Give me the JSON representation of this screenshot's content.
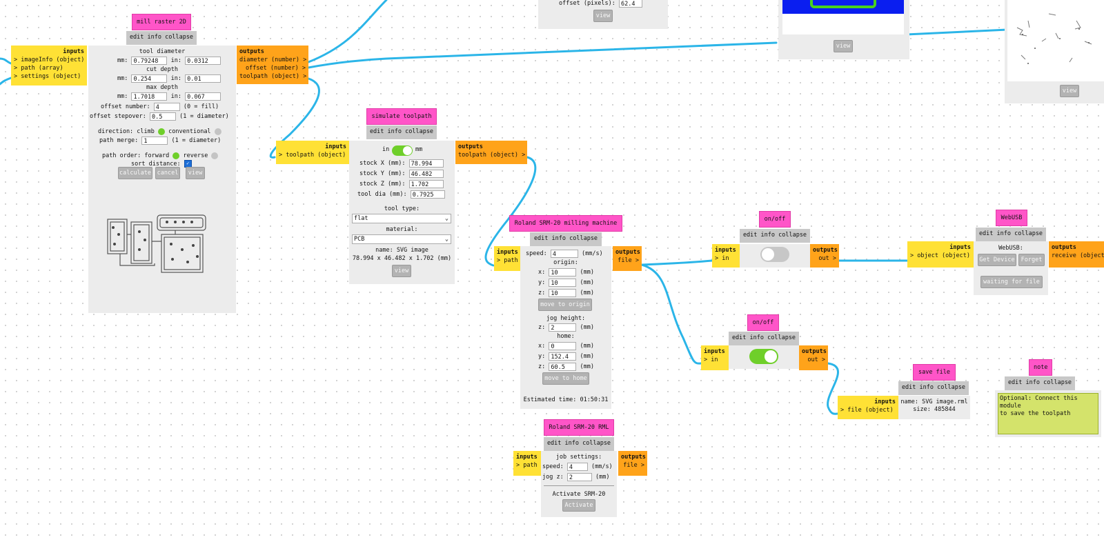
{
  "colors": {
    "title": "#ff55c8",
    "inputs": "#ffe135",
    "outputs": "#ffa31a",
    "body": "#ececec",
    "wire": "#2bb5e8",
    "toggle_on": "#6fcf2a"
  },
  "common": {
    "eic": "edit info collapse",
    "inputs": "inputs",
    "outputs": "outputs"
  },
  "mill": {
    "title": "mill raster 2D",
    "inputs": [
      "> imageInfo (object)",
      "> path (array)",
      "> settings (object)"
    ],
    "outputs": [
      "diameter (number) >",
      "offset (number) >",
      "toolpath (object) >"
    ],
    "tool_diameter_label": "tool diameter",
    "mm_label": "mm:",
    "in_label": "in:",
    "tool_mm": "0.79248",
    "tool_in": "0.0312",
    "cut_depth_label": "cut depth",
    "cut_mm": "0.254",
    "cut_in": "0.01",
    "max_depth_label": "max depth",
    "max_mm": "1.7018",
    "max_in": "0.067",
    "offset_number_label": "offset number:",
    "offset_number": "4",
    "offset_number_hint": "(0 = fill)",
    "offset_stepover_label": "offset stepover:",
    "offset_stepover": "0.5",
    "offset_stepover_hint": "(1 = diameter)",
    "direction_label": "direction: climb",
    "conventional_label": "conventional",
    "path_merge_label": "path merge:",
    "path_merge": "1",
    "path_merge_hint": "(1 = diameter)",
    "path_order_label": "path order: forward",
    "reverse_label": "reverse",
    "sort_distance_label": "sort distance:",
    "btn_calculate": "calculate",
    "btn_cancel": "cancel",
    "btn_view": "view"
  },
  "offset_panel": {
    "label": "offset (pixels):",
    "value": "62.4",
    "btn_view": "view"
  },
  "preview_top": {
    "btn_view": "view"
  },
  "preview_right": {
    "btn_view": "view"
  },
  "simulate": {
    "title": "simulate toolpath",
    "inputs": [
      "> toolpath (object)"
    ],
    "outputs": [
      "toolpath (object) >"
    ],
    "unit_in": "in",
    "unit_mm": "mm",
    "stock_x_label": "stock X (mm):",
    "stock_x": "78.994",
    "stock_y_label": "stock Y (mm):",
    "stock_y": "46.482",
    "stock_z_label": "stock Z (mm):",
    "stock_z": "1.702",
    "tool_dia_label": "tool dia (mm):",
    "tool_dia": "0.7925",
    "tool_type_label": "tool type:",
    "tool_type": "flat",
    "material_label": "material:",
    "material": "PCB",
    "name_line": "name: SVG image",
    "size_line": "78.994 x 46.482 x 1.702 (mm)",
    "btn_view": "view"
  },
  "roland": {
    "title": "Roland SRM-20 milling machine",
    "inputs": [
      "> path"
    ],
    "outputs": [
      "file >"
    ],
    "speed_label": "speed:",
    "speed": "4",
    "speed_unit": "(mm/s)",
    "origin_label": "origin:",
    "ox": "10",
    "oy": "10",
    "oz": "10",
    "mm_unit": "(mm)",
    "x_label": "x:",
    "y_label": "y:",
    "z_label": "z:",
    "btn_origin": "move to origin",
    "jog_label": "jog height:",
    "jz": "2",
    "home_label": "home:",
    "hx": "0",
    "hy": "152.4",
    "hz": "60.5",
    "btn_home": "move to home",
    "est": "Estimated time: 01:50:31"
  },
  "rml": {
    "title": "Roland SRM-20 RML",
    "inputs": [
      "> path"
    ],
    "outputs": [
      "file >"
    ],
    "job_label": "job settings:",
    "speed_label": "speed:",
    "speed": "4",
    "speed_unit": "(mm/s)",
    "jog_label": "jog z:",
    "jog": "2",
    "mm_unit": "(mm)",
    "activate_label": "Activate SRM-20",
    "btn_activate": "Activate"
  },
  "onoff1": {
    "title": "on/off",
    "inputs": [
      "> in"
    ],
    "outputs": [
      "out >"
    ],
    "state": "off"
  },
  "onoff2": {
    "title": "on/off",
    "inputs": [
      "> in"
    ],
    "outputs": [
      "out >"
    ],
    "state": "on"
  },
  "webusb": {
    "title": "WebUSB",
    "inputs": [
      "> object (object)"
    ],
    "outputs": [
      "receive (object"
    ],
    "label": "WebUSB:",
    "btn_get": "Get Device",
    "btn_forget": "Forget",
    "btn_wait": "waiting for file"
  },
  "savefile": {
    "title": "save file",
    "inputs": [
      "> file (object)"
    ],
    "name_line": "name: SVG image.rml",
    "size_line": "size: 485844"
  },
  "note": {
    "title": "note",
    "text": "Optional: Connect this module\nto save the toolpath"
  }
}
